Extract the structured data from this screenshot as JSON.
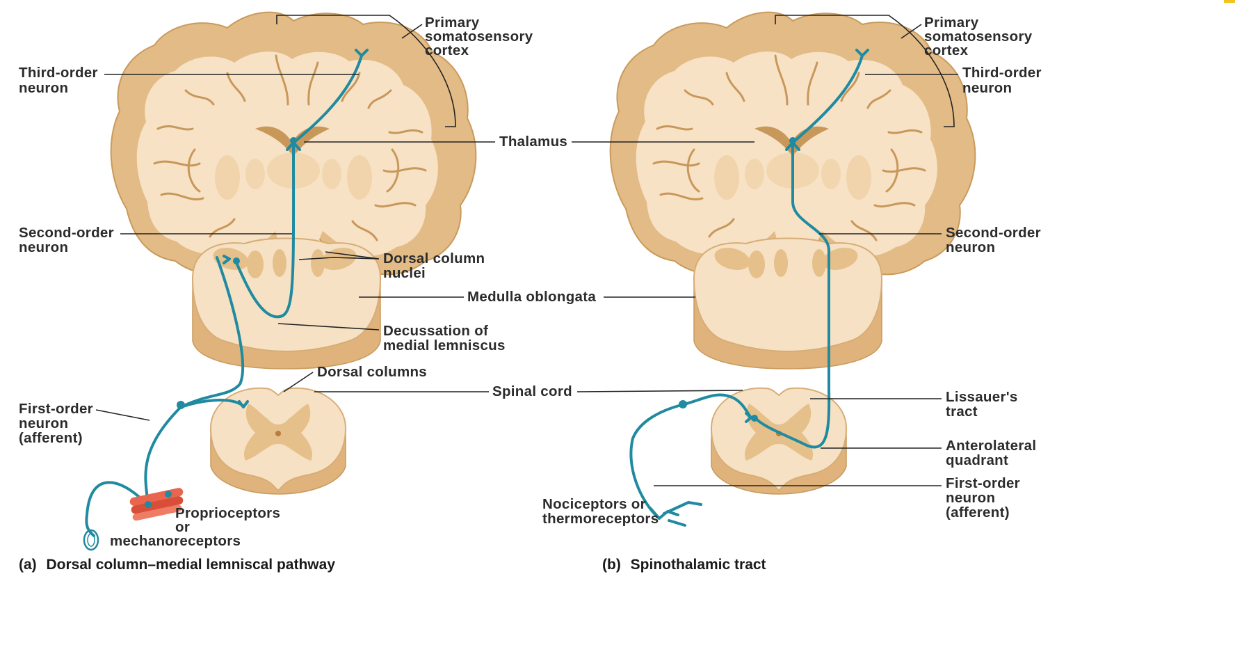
{
  "panels": {
    "a": {
      "letter": "(a)",
      "caption": "Dorsal column–medial lemniscal pathway",
      "labels": {
        "primary_cortex": [
          "Primary",
          "somatosensory",
          "cortex"
        ],
        "third_order": [
          "Third-order",
          "neuron"
        ],
        "second_order": [
          "Second-order",
          "neuron"
        ],
        "dorsal_column_nuclei": [
          "Dorsal column",
          "nuclei"
        ],
        "decussation": [
          "Decussation of",
          "medial lemniscus"
        ],
        "dorsal_columns": "Dorsal columns",
        "first_order": [
          "First-order",
          "neuron",
          "(afferent)"
        ],
        "receptors": [
          "Proprioceptors",
          "or",
          "mechanoreceptors"
        ]
      }
    },
    "b": {
      "letter": "(b)",
      "caption": "Spinothalamic tract",
      "labels": {
        "primary_cortex": [
          "Primary",
          "somatosensory",
          "cortex"
        ],
        "third_order": [
          "Third-order",
          "neuron"
        ],
        "second_order": [
          "Second-order",
          "neuron"
        ],
        "lissauer": [
          "Lissauer's",
          "tract"
        ],
        "anterolateral": [
          "Anterolateral",
          "quadrant"
        ],
        "first_order": [
          "First-order",
          "neuron",
          "(afferent)"
        ],
        "receptors": [
          "Nociceptors or",
          "thermoreceptors"
        ]
      }
    }
  },
  "shared_labels": {
    "thalamus": "Thalamus",
    "medulla": "Medulla oblongata",
    "spinal_cord": "Spinal cord"
  },
  "colors": {
    "neuron": "#1f8aa0",
    "white_matter": "#f7e2c6",
    "gray_matter": "#e3bb86",
    "muscle": "#e8664f"
  }
}
